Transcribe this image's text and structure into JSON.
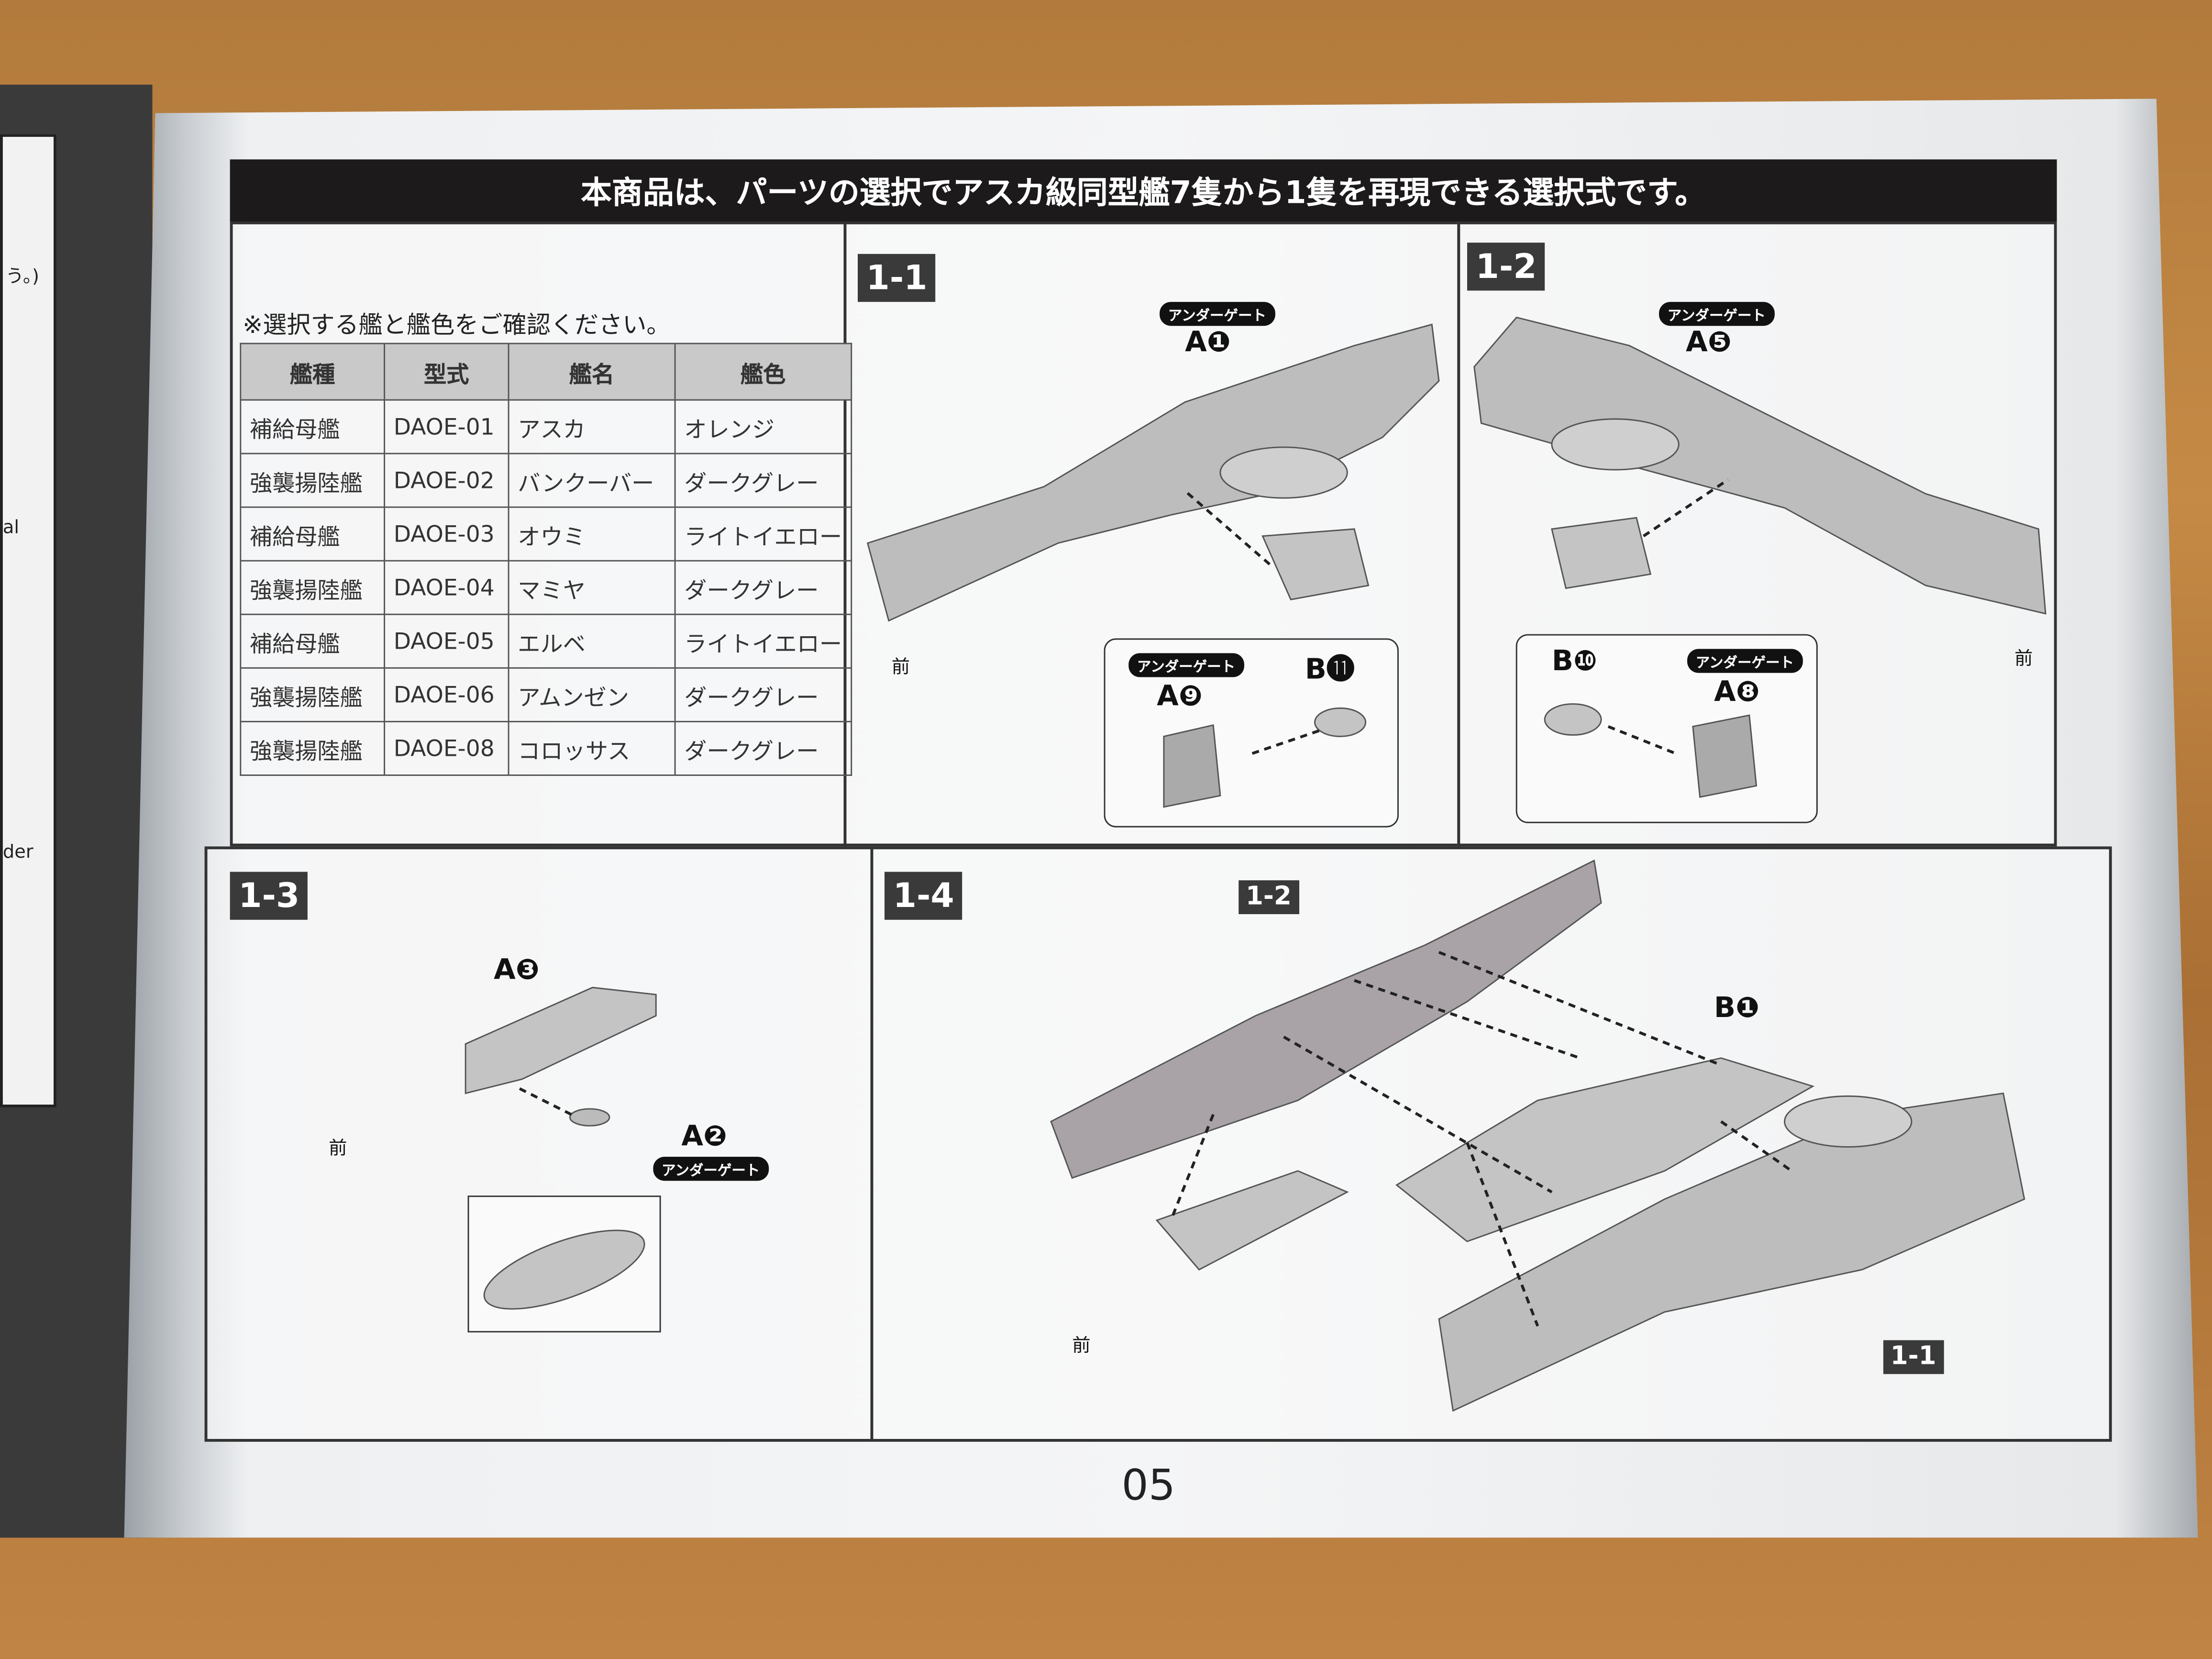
{
  "left_page": {
    "fragments": [
      "う。)",
      "al",
      "der"
    ]
  },
  "header": {
    "title": "本商品は、パーツの選択でアスカ級同型艦7隻から1隻を再現できる選択式です。"
  },
  "selection": {
    "note": "※選択する艦と艦色をご確認ください。",
    "columns": [
      "艦種",
      "型式",
      "艦名",
      "艦色"
    ],
    "rows": [
      [
        "補給母艦",
        "DAOE-01",
        "アスカ",
        "オレンジ"
      ],
      [
        "強襲揚陸艦",
        "DAOE-02",
        "バンクーバー",
        "ダークグレー"
      ],
      [
        "補給母艦",
        "DAOE-03",
        "オウミ",
        "ライトイエロー"
      ],
      [
        "強襲揚陸艦",
        "DAOE-04",
        "マミヤ",
        "ダークグレー"
      ],
      [
        "補給母艦",
        "DAOE-05",
        "エルベ",
        "ライトイエロー"
      ],
      [
        "強襲揚陸艦",
        "DAOE-06",
        "アムンゼン",
        "ダークグレー"
      ],
      [
        "強襲揚陸艦",
        "DAOE-08",
        "コロッサス",
        "ダークグレー"
      ]
    ]
  },
  "gate_badge": "アンダーゲート",
  "front_label": "前",
  "steps": {
    "s11": {
      "label": "1-1",
      "parts": [
        "A❶",
        "A❾",
        "B⓫"
      ]
    },
    "s12": {
      "label": "1-2",
      "parts": [
        "A❺",
        "B❿",
        "A❽"
      ]
    },
    "s13": {
      "label": "1-3",
      "parts": [
        "A❸",
        "A❷"
      ]
    },
    "s14": {
      "label": "1-4",
      "parts": [
        "B❶"
      ],
      "refs": [
        "1-2",
        "1-1"
      ]
    }
  },
  "page_number": "05"
}
